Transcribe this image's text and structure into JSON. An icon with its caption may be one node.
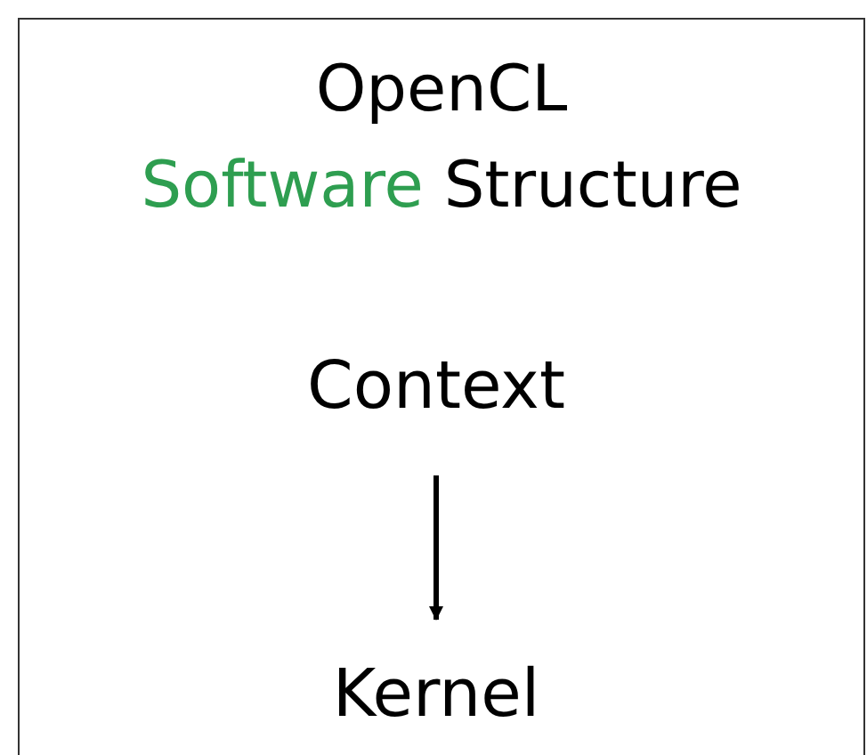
{
  "diagram": {
    "title": "OpenCL Software Structure",
    "nodes": [
      {
        "text": [
          "Context"
        ]
      },
      {
        "text": [
          "Kernel"
        ]
      }
    ],
    "edges": [
      {
        "from": 0,
        "to": 1,
        "arrow": "to"
      }
    ]
  }
}
